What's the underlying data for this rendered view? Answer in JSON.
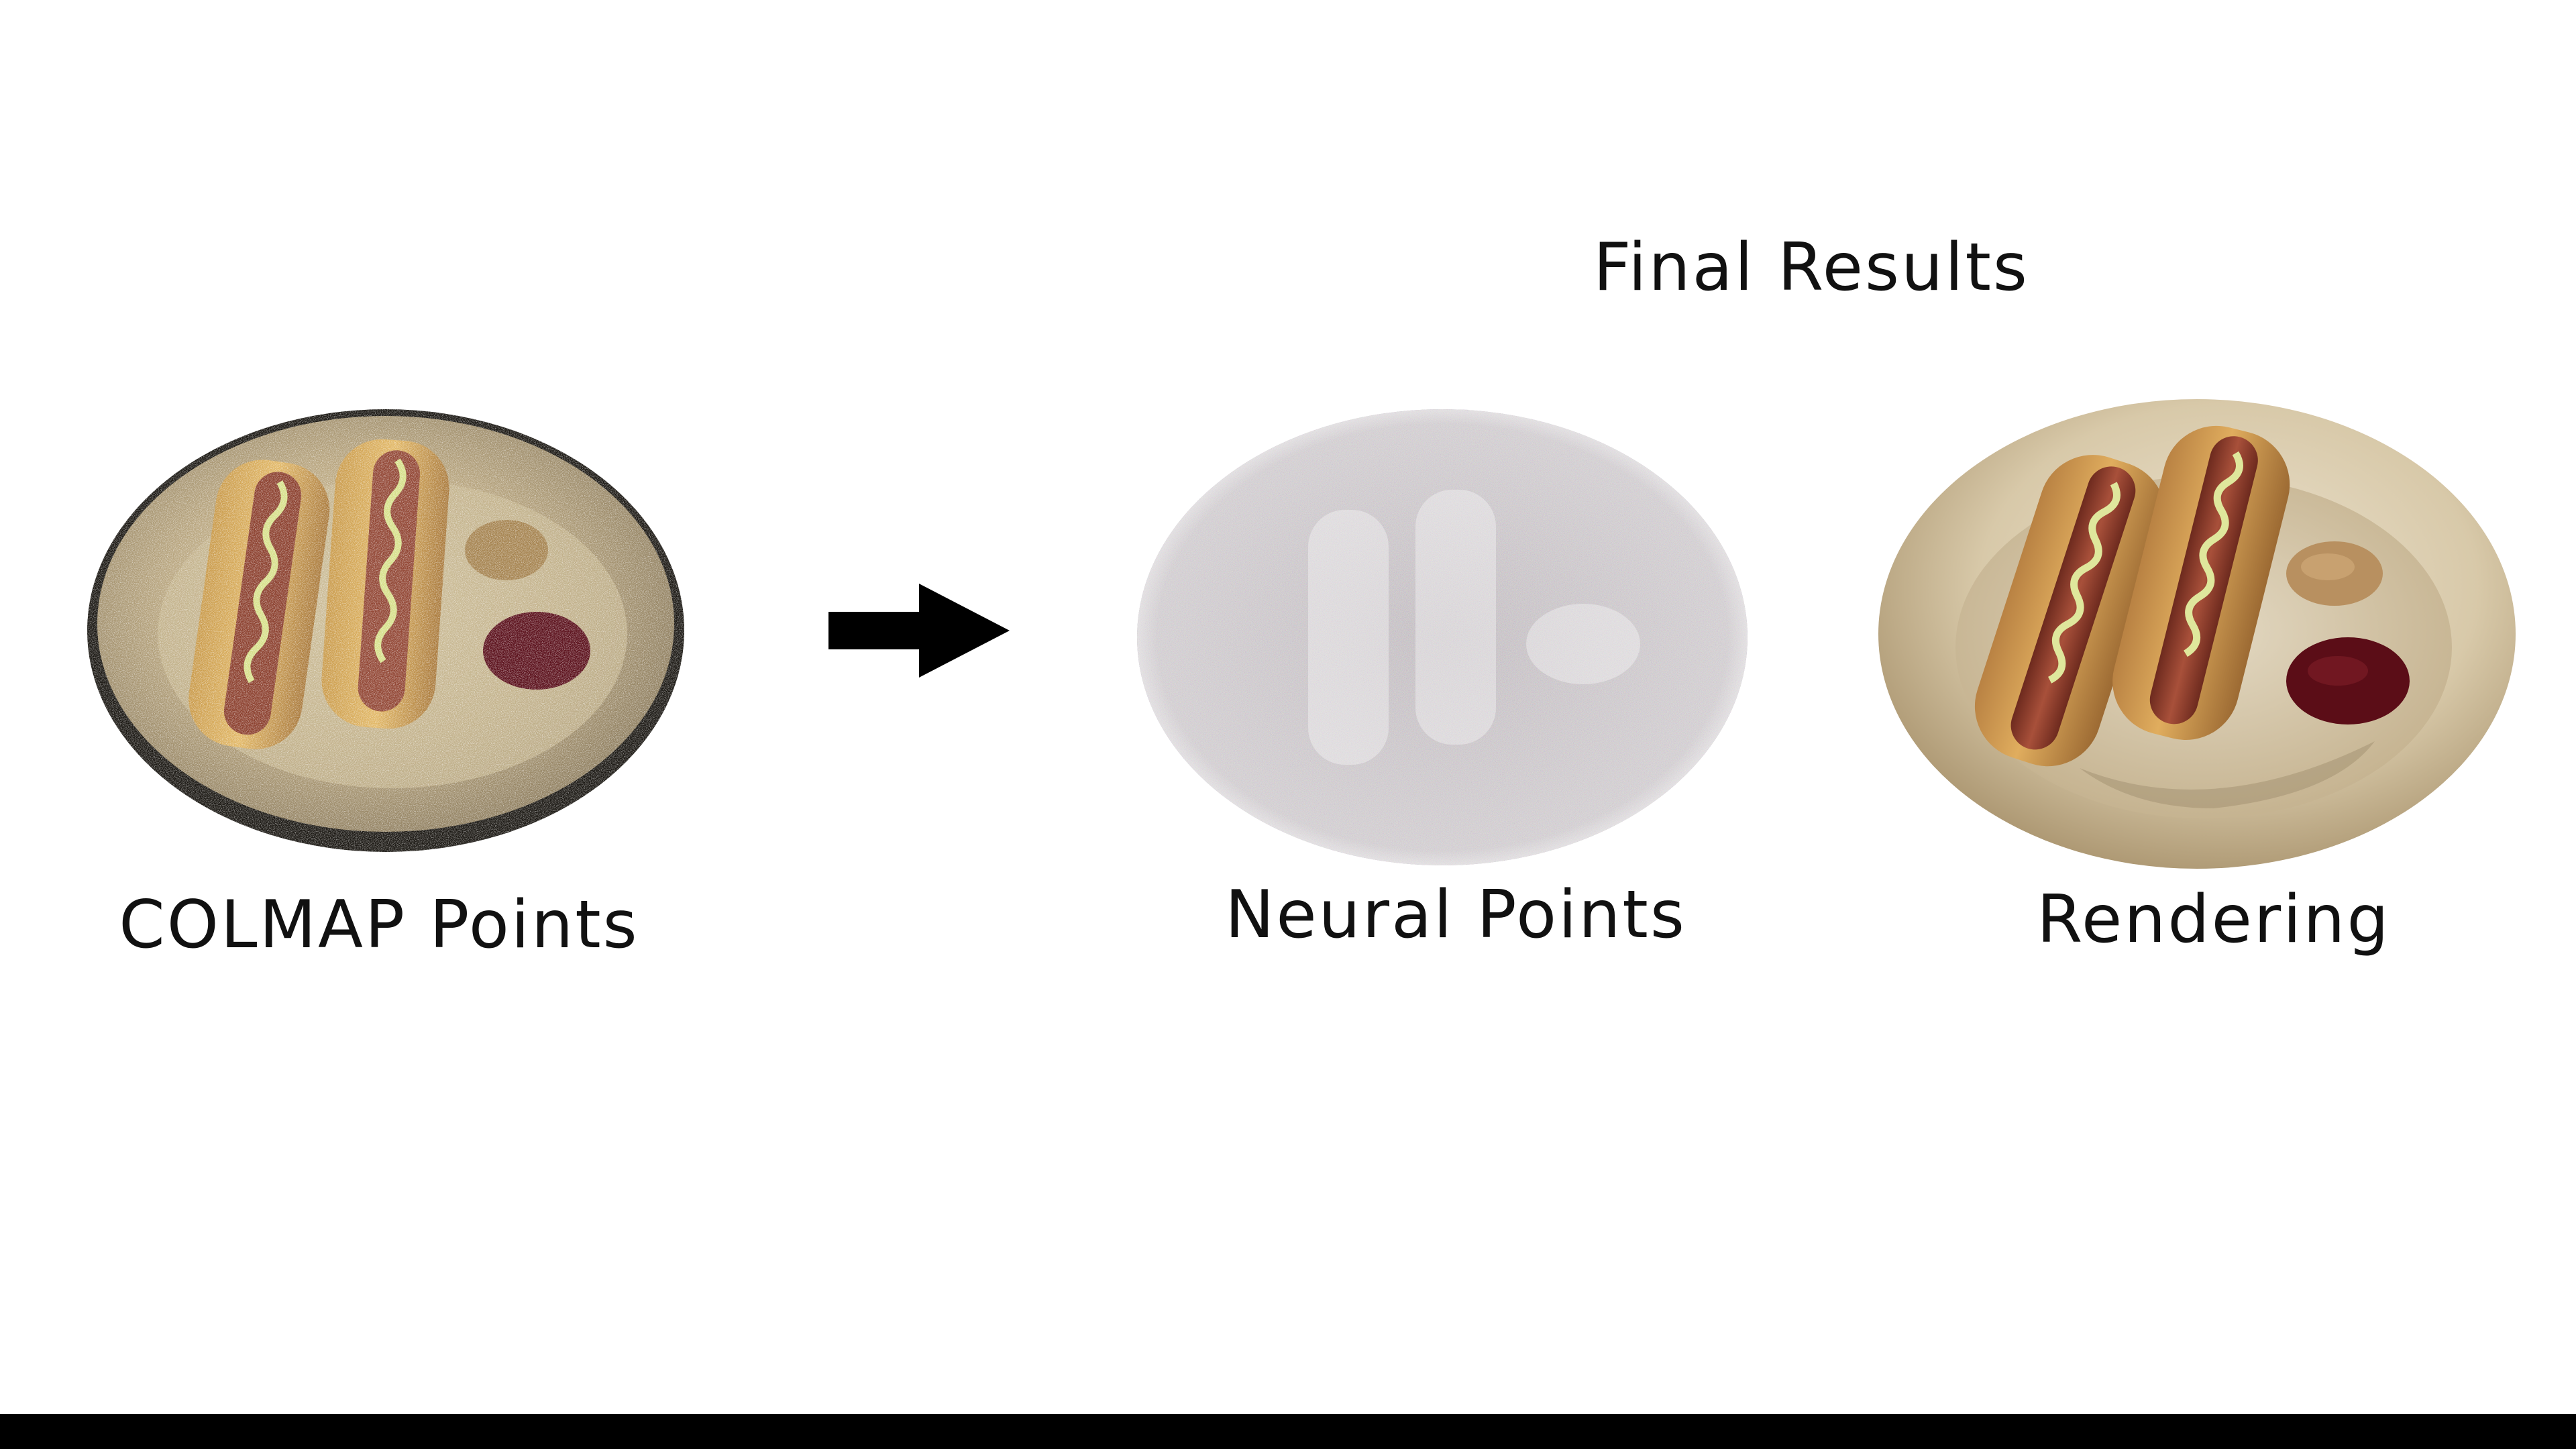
{
  "title": "Final Results",
  "panels": [
    {
      "label": "COLMAP Points"
    },
    {
      "label": "Neural Points"
    },
    {
      "label": "Rendering"
    }
  ],
  "connector": "right-arrow-icon",
  "colors": {
    "background": "#ffffff",
    "text": "#111111",
    "bottom_bar": "#000000"
  }
}
